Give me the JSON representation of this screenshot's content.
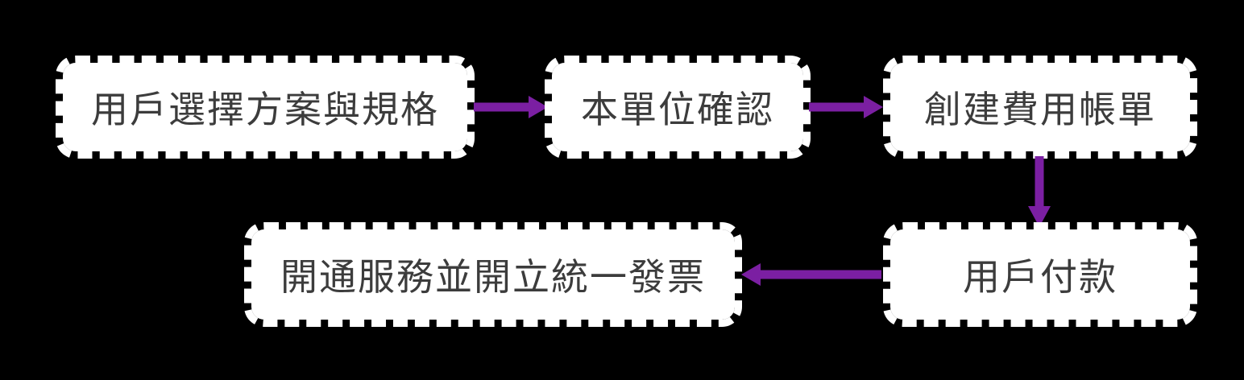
{
  "diagram": {
    "type": "flowchart",
    "colors": {
      "background": "#000000",
      "node_fill": "#ffffff",
      "node_text": "#3c3c3c",
      "arrow": "#7b1fa2"
    },
    "nodes": [
      {
        "id": "select-plan",
        "label": "用戶選擇方案與規格"
      },
      {
        "id": "unit-confirm",
        "label": "本單位確認"
      },
      {
        "id": "create-bill",
        "label": "創建費用帳單"
      },
      {
        "id": "user-payment",
        "label": "用戶付款"
      },
      {
        "id": "activate-invoice",
        "label": "開通服務並開立統一發票"
      }
    ],
    "edges": [
      {
        "from": "select-plan",
        "to": "unit-confirm",
        "direction": "right"
      },
      {
        "from": "unit-confirm",
        "to": "create-bill",
        "direction": "right"
      },
      {
        "from": "create-bill",
        "to": "user-payment",
        "direction": "down"
      },
      {
        "from": "user-payment",
        "to": "activate-invoice",
        "direction": "left"
      }
    ]
  }
}
